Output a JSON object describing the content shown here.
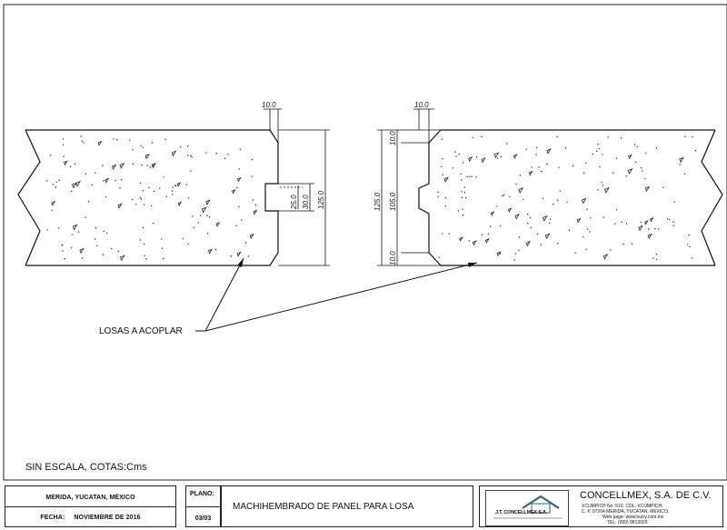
{
  "drawing": {
    "dimensions": {
      "left_slab_tongue_top_width": "10.0",
      "left_slab_tongue_depth": "25.0",
      "left_slab_tongue_height": "30.0",
      "left_slab_total_height": "125.0",
      "right_slab_groove_top_width": "10.0",
      "right_slab_top_lip": "10.0",
      "right_slab_total_height": "125.0",
      "right_slab_groove_height": "105.0",
      "right_slab_bottom_lip": "10.0"
    },
    "callout_label": "LOSAS A ACOPLAR",
    "scale_note": "SIN ESCALA, COTAS:Cms"
  },
  "title_block": {
    "location": "MERIDA, YUCATAN, MÉXICO",
    "date_label": "FECHA:",
    "date_value": "NOVIEMBRE DE 2016",
    "plano_label": "PLANO:",
    "plano_number": "03/03",
    "description": "MACHIHEMBRADO DE PANEL PARA LOSA",
    "company": {
      "name": "CONCELLMEX, S.A. DE C.V.",
      "logo_text": "J.T. CONCELLMEX S.A.",
      "address_1": "XCUMPICH No. 510, COL. XCUMPICH,",
      "address_2": "C. P. 97204 MERIDA, YUCATAN, MEXICO.",
      "web": "Web page: www.burry.com.mx",
      "phone": "TEL: (999) 9813929"
    }
  }
}
